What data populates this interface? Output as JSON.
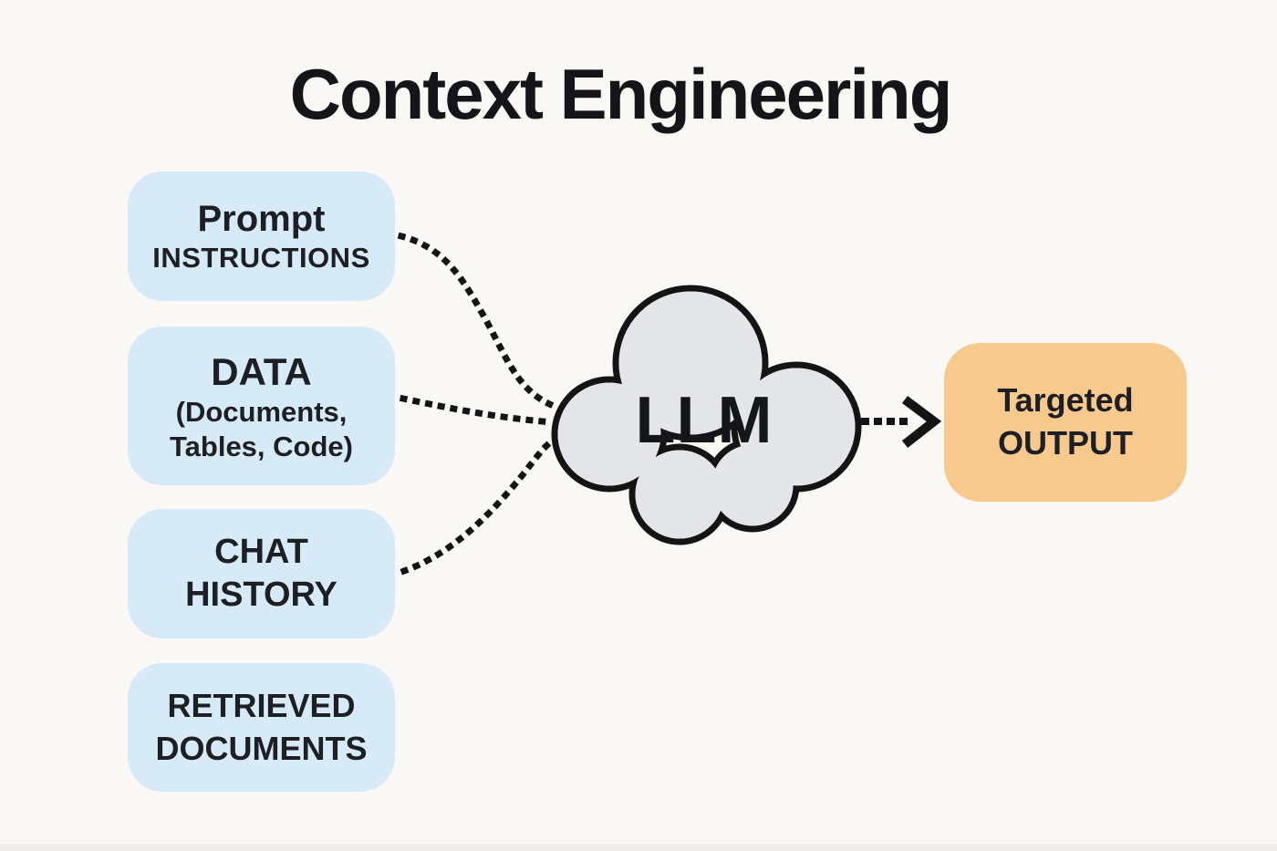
{
  "title": "Context Engineering",
  "colors": {
    "background": "#faf8f5",
    "input_box_fill": "#d6eaf7",
    "output_box_fill": "#f8c98c",
    "cloud_fill": "#e3e5e8",
    "cloud_stroke": "#141414",
    "connector": "#141414",
    "text": "#1d1f24"
  },
  "input_boxes": [
    {
      "id": "prompt",
      "line1": "Prompt",
      "line2": "INSTRUCTIONS"
    },
    {
      "id": "data",
      "line1": "DATA",
      "line2": "(Documents,",
      "line3": "Tables, Code)"
    },
    {
      "id": "chat-history",
      "line1": "CHAT",
      "line2": "HISTORY"
    },
    {
      "id": "retrieved-documents",
      "line1": "RETRIEVED",
      "line2": "DOCUMENTS"
    }
  ],
  "llm": {
    "label": "LLM"
  },
  "output_box": {
    "line1": "Targeted",
    "line2": "OUTPUT"
  }
}
